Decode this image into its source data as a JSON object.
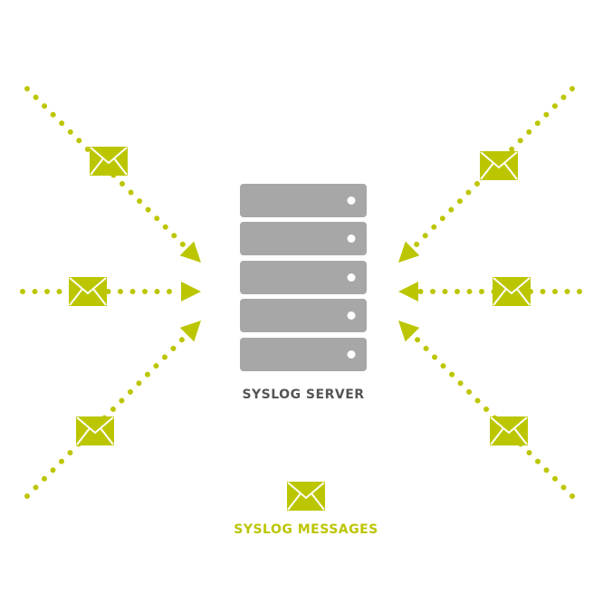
{
  "server": {
    "label": "SYSLOG SERVER",
    "units": 5
  },
  "legend": {
    "label": "SYSLOG MESSAGES",
    "icon": "envelope-icon"
  },
  "colors": {
    "accent": "#bcc600",
    "server": "#a7a7a7",
    "text": "#555555"
  },
  "arrows": [
    "top-left",
    "middle-left",
    "bottom-left",
    "top-right",
    "middle-right",
    "bottom-right"
  ]
}
